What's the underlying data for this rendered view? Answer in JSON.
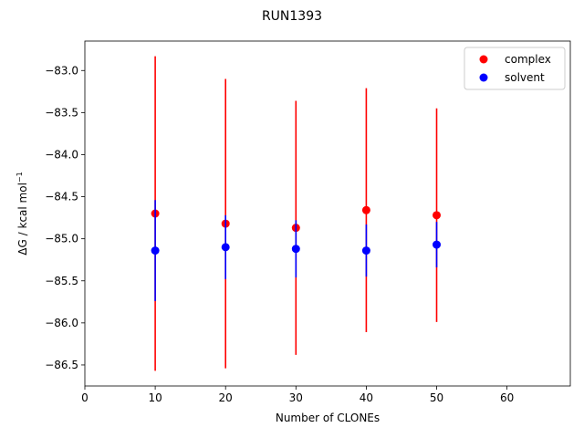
{
  "chart_data": {
    "type": "scatter",
    "title": "RUN1393",
    "xlabel": "Number of CLONEs",
    "ylabel": "ΔG / kcal mol",
    "ylabel_sup": "−1",
    "xlim": [
      0,
      69
    ],
    "ylim": [
      -86.75,
      -82.65
    ],
    "xticks": [
      0,
      10,
      20,
      30,
      40,
      50,
      60
    ],
    "yticks": [
      -86.5,
      -86.0,
      -85.5,
      -85.0,
      -84.5,
      -84.0,
      -83.5,
      -83.0
    ],
    "grid": false,
    "legend": {
      "placement": "top-right",
      "entries": [
        "complex",
        "solvent"
      ]
    },
    "series": [
      {
        "name": "complex",
        "color": "#ff0000",
        "x": [
          10,
          20,
          30,
          40,
          50
        ],
        "y": [
          -84.7,
          -84.82,
          -84.87,
          -84.66,
          -84.72
        ],
        "yerr": [
          1.87,
          1.72,
          1.51,
          1.45,
          1.27
        ]
      },
      {
        "name": "solvent",
        "color": "#0000ff",
        "x": [
          10,
          20,
          30,
          40,
          50
        ],
        "y": [
          -85.14,
          -85.1,
          -85.12,
          -85.14,
          -85.07
        ],
        "yerr": [
          0.6,
          0.38,
          0.34,
          0.31,
          0.27
        ]
      }
    ]
  }
}
